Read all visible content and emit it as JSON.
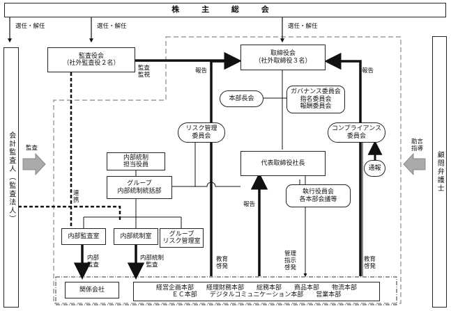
{
  "diagram": {
    "nodes": {
      "shareholders": "株 主 総 会",
      "auditor": "会計監査人（監査法人）",
      "counsel": "顧問弁護士",
      "audit_board": "監査役会\n（社外監査役２名）",
      "board": "取締役会\n（社外取締役３名）",
      "hq_meeting": "本部長会",
      "governance": "ガバナンス委員会\n指名委員会\n報酬委員会",
      "risk_committee": "リスク管理\n委員会",
      "compliance": "コンプライアンス\n委員会",
      "internal_control_officer": "内部統制\n担当役員",
      "president": "代表取締役社長",
      "group_control": "グループ\n内部統制統括部",
      "executive_meeting": "執行役員会\n各本部会議等",
      "internal_audit": "内部監査室",
      "internal_control_office": "内部統制室",
      "group_risk": "グループ\nリスク管理室",
      "affiliates": "関係会社",
      "divisions": "経営企画本部　　経理財務本部　　総務本部　　商品本部　　物流本部\nＥＣ本部　　デジタルコミュニケーション本部　　営業本部",
      "whistle": "通報"
    },
    "labels": {
      "elect_1": "選任・解任",
      "elect_2": "選任・解任",
      "elect_3": "選任・解任",
      "audit_supervise": "監査\n監視",
      "report_left": "報告",
      "report_right": "報告",
      "report_president": "報告",
      "audit": "監査",
      "advice": "助言\n指導",
      "liaison": "連\n携",
      "internal_audit_action": "内部\n監査",
      "internal_control_action": "内部統制\n監査",
      "education_1": "教育\n啓発",
      "management": "管理\n指示\n啓発",
      "education_2": "教育\n啓発"
    }
  }
}
